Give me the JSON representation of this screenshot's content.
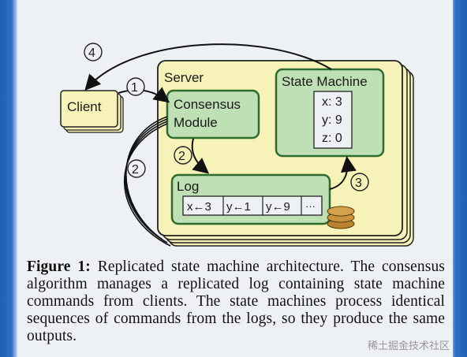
{
  "diagram": {
    "server_label": "Server",
    "client_label": "Client",
    "consensus_label_line1": "Consensus",
    "consensus_label_line2": "Module",
    "state_machine_label": "State Machine",
    "state_vars": [
      "x: 3",
      "y: 9",
      "z: 0"
    ],
    "log_label": "Log",
    "log_entries": [
      "x←3",
      "y←1",
      "y←9",
      "···"
    ],
    "step_numbers": [
      "4",
      "1",
      "2",
      "2",
      "3"
    ]
  },
  "caption": {
    "figure_label": "Figure 1:",
    "text": " Replicated state machine architecture. The consensus algorithm manages a replicated log containing state machine commands from clients. The state machines process identical sequences of commands from the logs, so they produce the same outputs."
  },
  "watermark": "稀土掘金技术社区",
  "colors": {
    "server_fill": "#f6f2b8",
    "module_fill": "#bfe0b4",
    "module_stroke": "#2e6b2e",
    "disk_fill": "#c9923c"
  }
}
